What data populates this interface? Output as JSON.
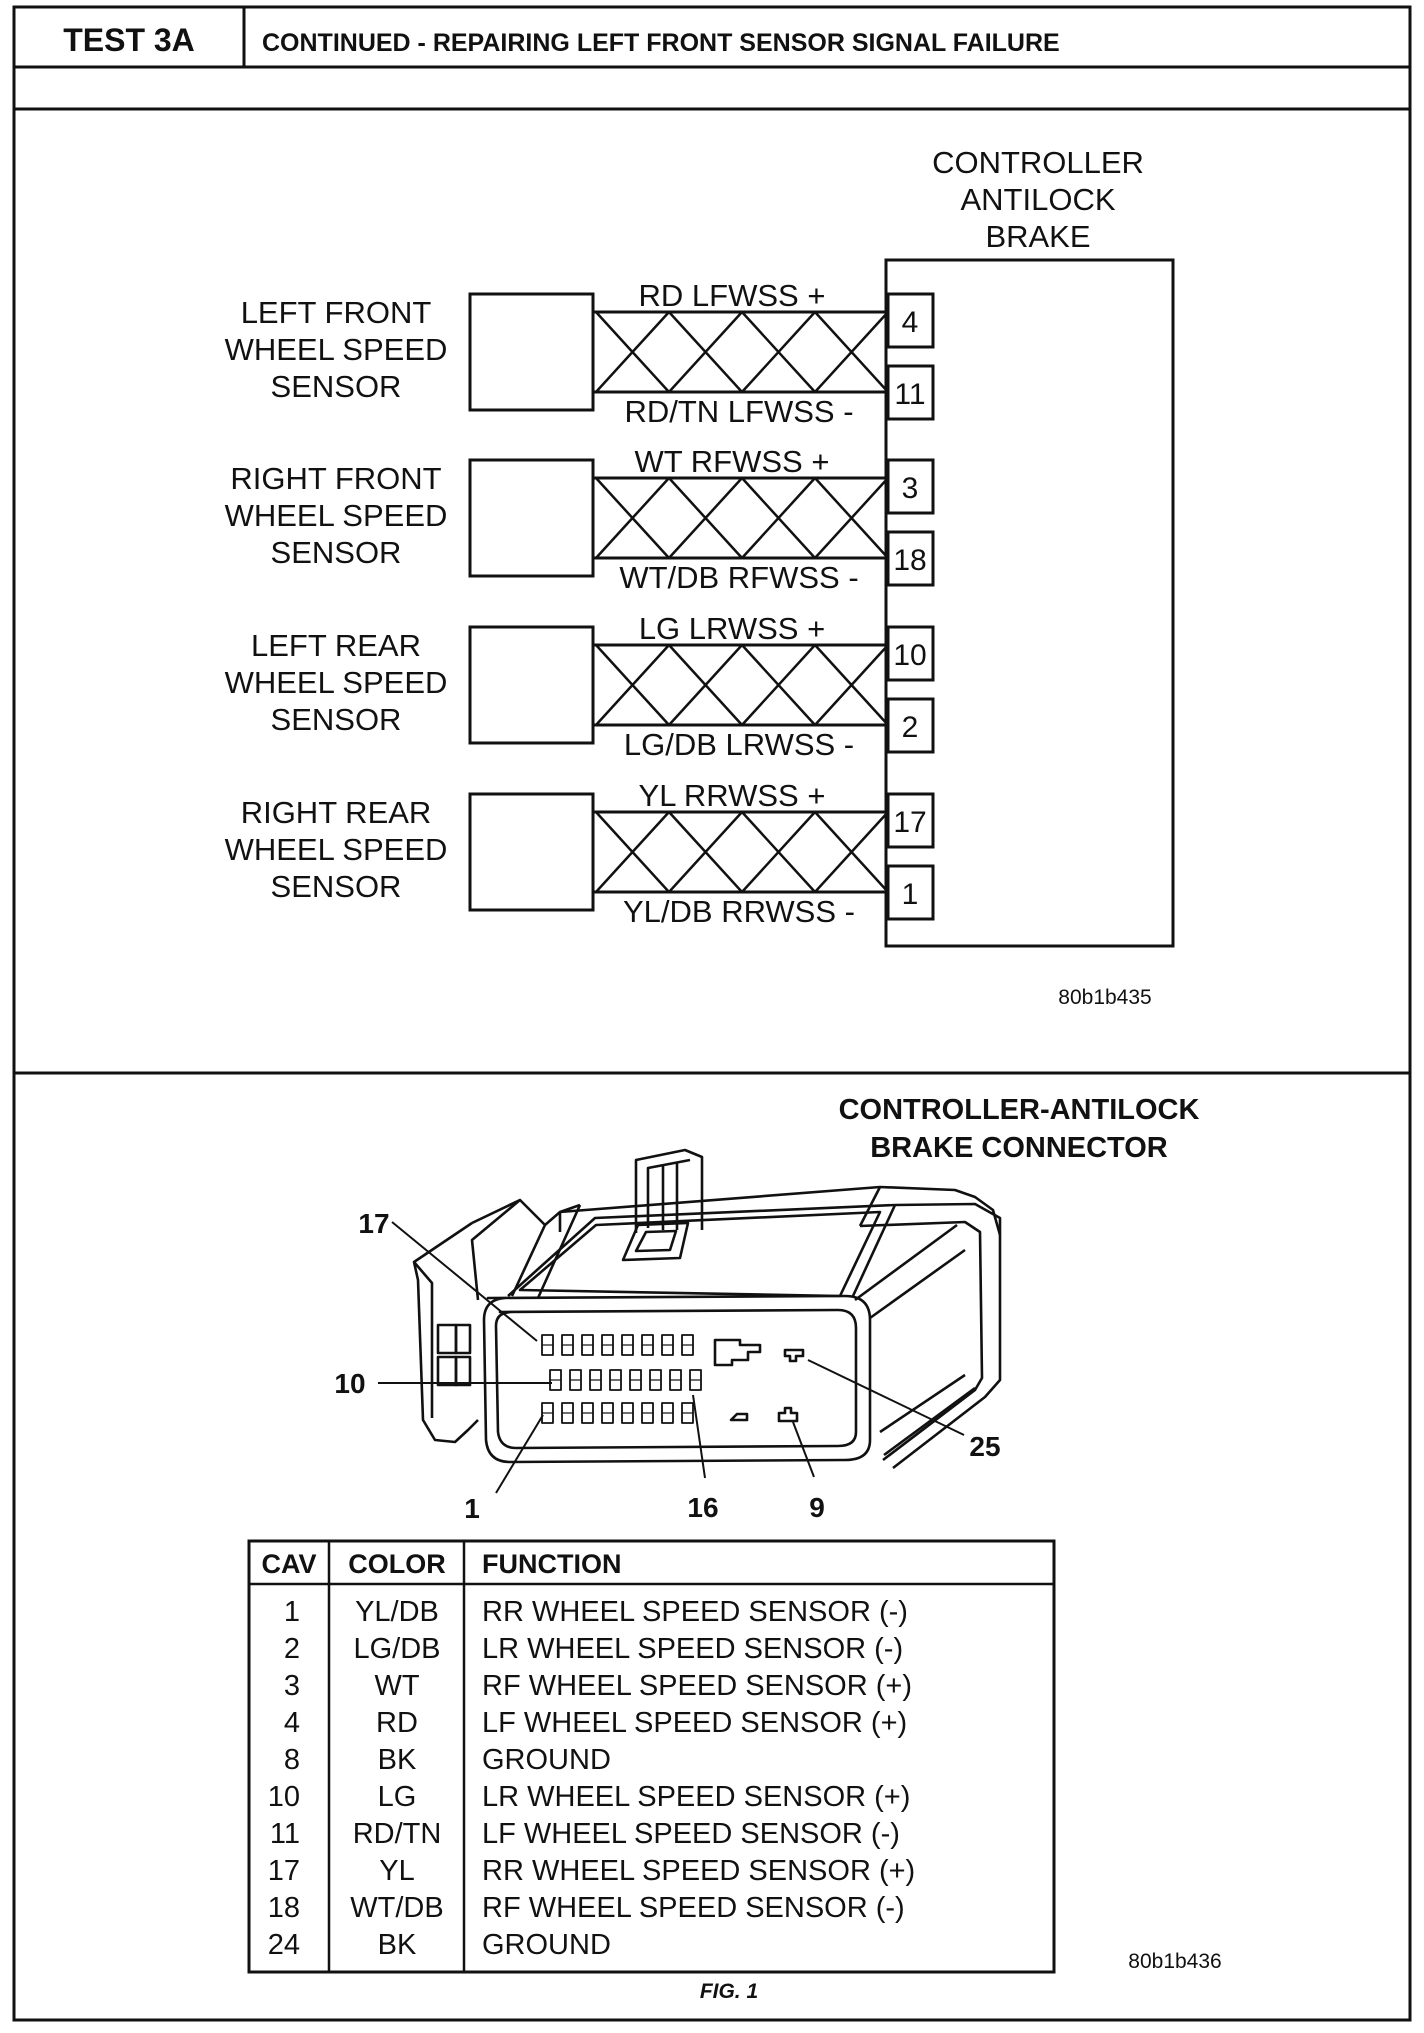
{
  "header": {
    "test_id": "TEST 3A",
    "title": "CONTINUED - REPAIRING LEFT FRONT SENSOR SIGNAL FAILURE"
  },
  "wiring": {
    "controller_label": [
      "CONTROLLER",
      "ANTILOCK",
      "BRAKE"
    ],
    "sensors": [
      {
        "name": [
          "LEFT FRONT",
          "WHEEL SPEED",
          "SENSOR"
        ],
        "wire_pos": "RD LFWSS +",
        "wire_neg": "RD/TN LFWSS -",
        "pin_pos": "4",
        "pin_neg": "11"
      },
      {
        "name": [
          "RIGHT FRONT",
          "WHEEL SPEED",
          "SENSOR"
        ],
        "wire_pos": "WT RFWSS +",
        "wire_neg": "WT/DB RFWSS -",
        "pin_pos": "3",
        "pin_neg": "18"
      },
      {
        "name": [
          "LEFT REAR",
          "WHEEL SPEED",
          "SENSOR"
        ],
        "wire_pos": "LG LRWSS +",
        "wire_neg": "LG/DB LRWSS -",
        "pin_pos": "10",
        "pin_neg": "2"
      },
      {
        "name": [
          "RIGHT REAR",
          "WHEEL SPEED",
          "SENSOR"
        ],
        "wire_pos": "YL RRWSS +",
        "wire_neg": "YL/DB RRWSS -",
        "pin_pos": "17",
        "pin_neg": "1"
      }
    ],
    "figure_code": "80b1b435"
  },
  "connector": {
    "title": [
      "CONTROLLER-ANTILOCK",
      "BRAKE CONNECTOR"
    ],
    "callouts": [
      "17",
      "10",
      "1",
      "16",
      "9",
      "25"
    ],
    "table_headers": [
      "CAV",
      "COLOR",
      "FUNCTION"
    ],
    "table_rows": [
      [
        "1",
        "YL/DB",
        "RR WHEEL SPEED SENSOR (-)"
      ],
      [
        "2",
        "LG/DB",
        "LR WHEEL SPEED SENSOR (-)"
      ],
      [
        "3",
        "WT",
        "RF WHEEL SPEED SENSOR (+)"
      ],
      [
        "4",
        "RD",
        "LF WHEEL SPEED SENSOR (+)"
      ],
      [
        "8",
        "BK",
        "GROUND"
      ],
      [
        "10",
        "LG",
        "LR WHEEL SPEED SENSOR (+)"
      ],
      [
        "11",
        "RD/TN",
        "LF WHEEL SPEED SENSOR (-)"
      ],
      [
        "17",
        "YL",
        "RR WHEEL SPEED SENSOR (+)"
      ],
      [
        "18",
        "WT/DB",
        "RF WHEEL SPEED SENSOR (-)"
      ],
      [
        "24",
        "BK",
        "GROUND"
      ]
    ],
    "figure_code": "80b1b436",
    "fig_caption": "FIG. 1"
  }
}
